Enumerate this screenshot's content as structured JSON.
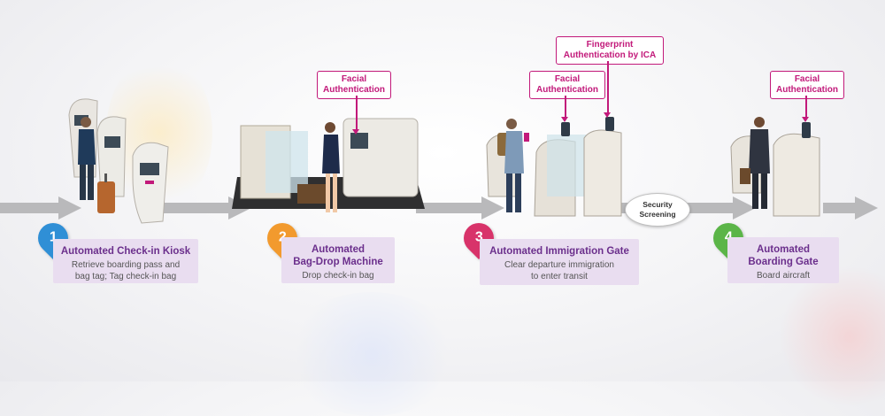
{
  "header": {
    "title": ""
  },
  "colors": {
    "arrow": "#b9b9bb",
    "callout": "#c2197a",
    "card_bg": "#e9ddf0",
    "card_title": "#6b2f8c",
    "step1": "#2f8fd6",
    "step2": "#f29a2e",
    "step3": "#d8336a",
    "step4": "#5bb548"
  },
  "callouts": [
    {
      "id": "facial-2",
      "text": "Facial Authentication"
    },
    {
      "id": "fingerprint-3",
      "text": "Fingerprint Authentication by ICA"
    },
    {
      "id": "facial-3",
      "text": "Facial Authentication"
    },
    {
      "id": "facial-4",
      "text": "Facial Authentication"
    }
  ],
  "security": {
    "line1": "Security",
    "line2": "Screening"
  },
  "steps": [
    {
      "number": "1",
      "title": "Automated Check-in Kiosk",
      "desc_line1": "Retrieve boarding pass and",
      "desc_line2": "bag tag; Tag check-in bag"
    },
    {
      "number": "2",
      "title_line1": "Automated",
      "title_line2": "Bag-Drop Machine",
      "desc_line1": "Drop check-in bag"
    },
    {
      "number": "3",
      "title": "Automated Immigration Gate",
      "desc_line1": "Clear departure immigration",
      "desc_line2": "to enter transit"
    },
    {
      "number": "4",
      "title_line1": "Automated",
      "title_line2": "Boarding Gate",
      "desc_line1": "Board aircraft"
    }
  ]
}
